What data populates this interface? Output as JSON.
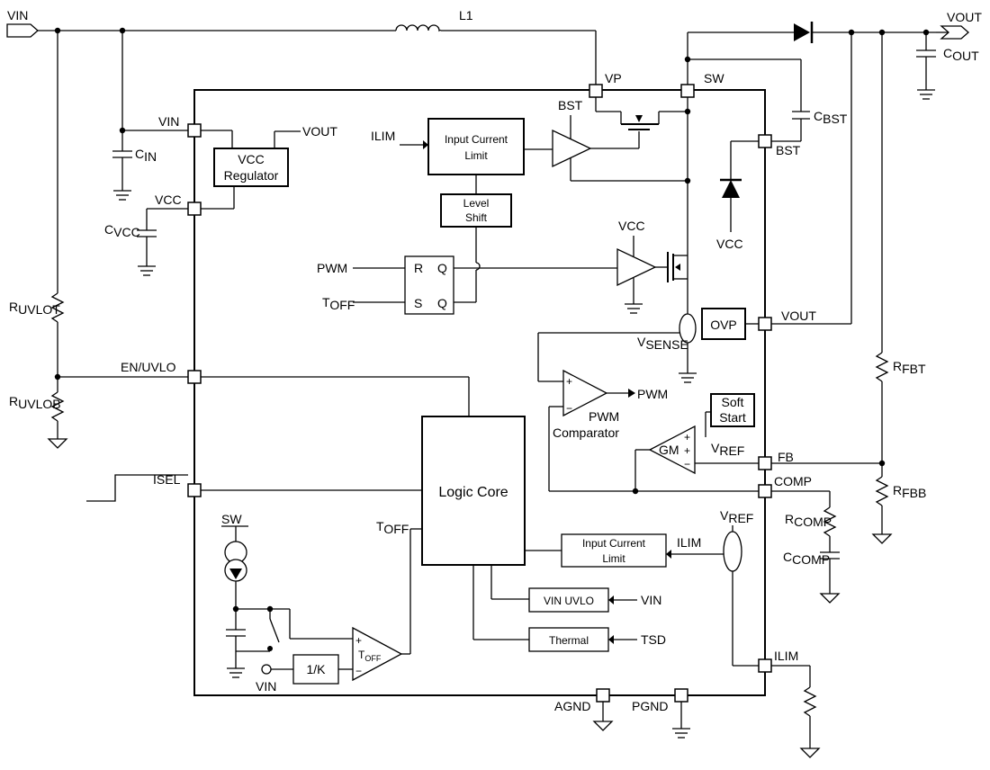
{
  "labels": {
    "vin_port": "VIN",
    "vout_port": "VOUT",
    "inductor": "L1",
    "cout": "C",
    "cout_sub": "OUT",
    "cbst": "C",
    "cbst_sub": "BST",
    "cin": "C",
    "cin_sub": "IN",
    "cvcc": "C",
    "cvcc_sub": "VCC",
    "ruvlot": "R",
    "ruvlot_sub": "UVLOT",
    "ruvlob": "R",
    "ruvlob_sub": "UVLOB",
    "rfbt": "R",
    "rfbt_sub": "FBT",
    "rfbb": "R",
    "rfbb_sub": "FBB",
    "rcomp": "R",
    "rcomp_sub": "COMP",
    "ccomp": "C",
    "ccomp_sub": "COMP"
  },
  "pins": {
    "vp": "VP",
    "sw": "SW",
    "vin": "VIN",
    "vcc": "VCC",
    "bst": "BST",
    "vout": "VOUT",
    "en_uvlo": "EN/UVLO",
    "isel": "ISEL",
    "fb": "FB",
    "comp": "COMP",
    "ilim": "ILIM",
    "agnd": "AGND",
    "pgnd": "PGND"
  },
  "blocks": {
    "vcc_reg_1": "VCC",
    "vcc_reg_2": "Regulator",
    "vcc_reg_out": "VOUT",
    "icl_top_1": "Input Current",
    "icl_top_2": "Limit",
    "icl_top_in": "ILIM",
    "level_shift_1": "Level",
    "level_shift_2": "Shift",
    "bst_label": "BST",
    "vcc_driver": "VCC",
    "vcc_diode": "VCC",
    "pwm_in": "PWM",
    "toff_in": "T",
    "toff_in_sub": "OFF",
    "latch_r": "R",
    "latch_s": "S",
    "latch_q1": "Q",
    "latch_q2": "Q",
    "ovp": "OVP",
    "vsense": "V",
    "vsense_sub": "SENSE",
    "pwm_out": "PWM",
    "pwm_comp_1": "PWM",
    "pwm_comp_2": "Comparator",
    "soft_start_1": "Soft",
    "soft_start_2": "Start",
    "gm": "GM",
    "vref_gm": "V",
    "vref_gm_sub": "REF",
    "logic_core": "Logic Core",
    "toff_core": "T",
    "toff_core_sub": "OFF",
    "icl_bot_1": "Input Current",
    "icl_bot_2": "Limit",
    "icl_bot_in": "ILIM",
    "vref_ilim": "V",
    "vref_ilim_sub": "REF",
    "vin_uvlo": "VIN UVLO",
    "vin_uvlo_in": "VIN",
    "thermal": "Thermal",
    "tsd": "TSD",
    "sw_src": "SW",
    "one_over_k": "1/K",
    "vin_bottom": "VIN",
    "toff_comp": "T",
    "toff_comp_sub": "OFF",
    "plus": "+",
    "minus": "−"
  }
}
